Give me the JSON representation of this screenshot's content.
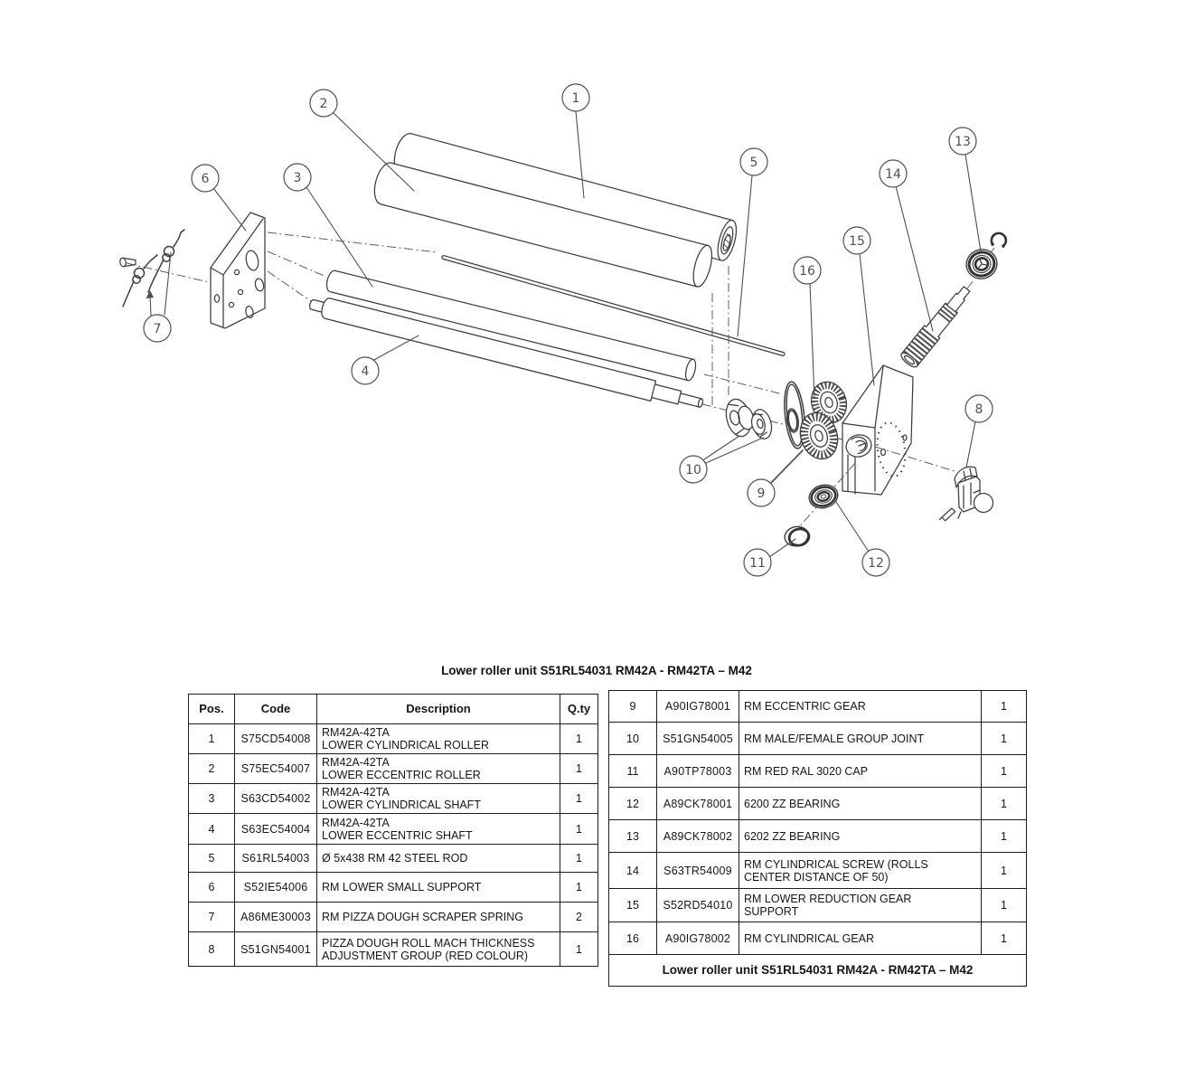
{
  "page_title": "Lower roller unit S51RL54031 RM42A - RM42TA – M42",
  "diagram": {
    "callouts": [
      "1",
      "2",
      "3",
      "4",
      "5",
      "6",
      "7",
      "8",
      "9",
      "10",
      "11",
      "12",
      "13",
      "14",
      "15",
      "16"
    ]
  },
  "table": {
    "headers": {
      "pos": "Pos.",
      "code": "Code",
      "description": "Description",
      "qty": "Q.ty"
    },
    "left_rows": [
      {
        "pos": "1",
        "code": "S75CD54008",
        "desc": "RM42A-42TA\nLOWER CYLINDRICAL ROLLER",
        "qty": "1"
      },
      {
        "pos": "2",
        "code": "S75EC54007",
        "desc": "RM42A-42TA\nLOWER ECCENTRIC ROLLER",
        "qty": "1"
      },
      {
        "pos": "3",
        "code": "S63CD54002",
        "desc": "RM42A-42TA\nLOWER CYLINDRICAL SHAFT",
        "qty": "1"
      },
      {
        "pos": "4",
        "code": "S63EC54004",
        "desc": "RM42A-42TA\nLOWER ECCENTRIC SHAFT",
        "qty": "1"
      },
      {
        "pos": "5",
        "code": "S61RL54003",
        "desc": "Ø 5x438 RM 42 STEEL ROD",
        "qty": "1"
      },
      {
        "pos": "6",
        "code": "S52IE54006",
        "desc": "RM LOWER SMALL SUPPORT",
        "qty": "1"
      },
      {
        "pos": "7",
        "code": "A86ME30003",
        "desc": "RM PIZZA DOUGH SCRAPER SPRING",
        "qty": "2"
      },
      {
        "pos": "8",
        "code": "S51GN54001",
        "desc": "PIZZA DOUGH ROLL MACH THICKNESS\nADJUSTMENT GROUP (RED COLOUR)",
        "qty": "1"
      }
    ],
    "right_rows": [
      {
        "pos": "9",
        "code": "A90IG78001",
        "desc": "RM ECCENTRIC GEAR",
        "qty": "1"
      },
      {
        "pos": "10",
        "code": "S51GN54005",
        "desc": "RM MALE/FEMALE GROUP JOINT",
        "qty": "1"
      },
      {
        "pos": "11",
        "code": "A90TP78003",
        "desc": "RM RED RAL 3020 CAP",
        "qty": "1"
      },
      {
        "pos": "12",
        "code": "A89CK78001",
        "desc": "6200 ZZ BEARING",
        "qty": "1"
      },
      {
        "pos": "13",
        "code": "A89CK78002",
        "desc": "6202 ZZ BEARING",
        "qty": "1"
      },
      {
        "pos": "14",
        "code": "S63TR54009",
        "desc": "RM CYLINDRICAL SCREW (ROLLS\nCENTER DISTANCE OF 50)",
        "qty": "1"
      },
      {
        "pos": "15",
        "code": "S52RD54010",
        "desc": "RM LOWER REDUCTION GEAR\nSUPPORT",
        "qty": "1"
      },
      {
        "pos": "16",
        "code": "A90IG78002",
        "desc": "RM CYLINDRICAL GEAR",
        "qty": "1"
      }
    ],
    "footer": "Lower roller unit S51RL54031 RM42A - RM42TA – M42"
  }
}
